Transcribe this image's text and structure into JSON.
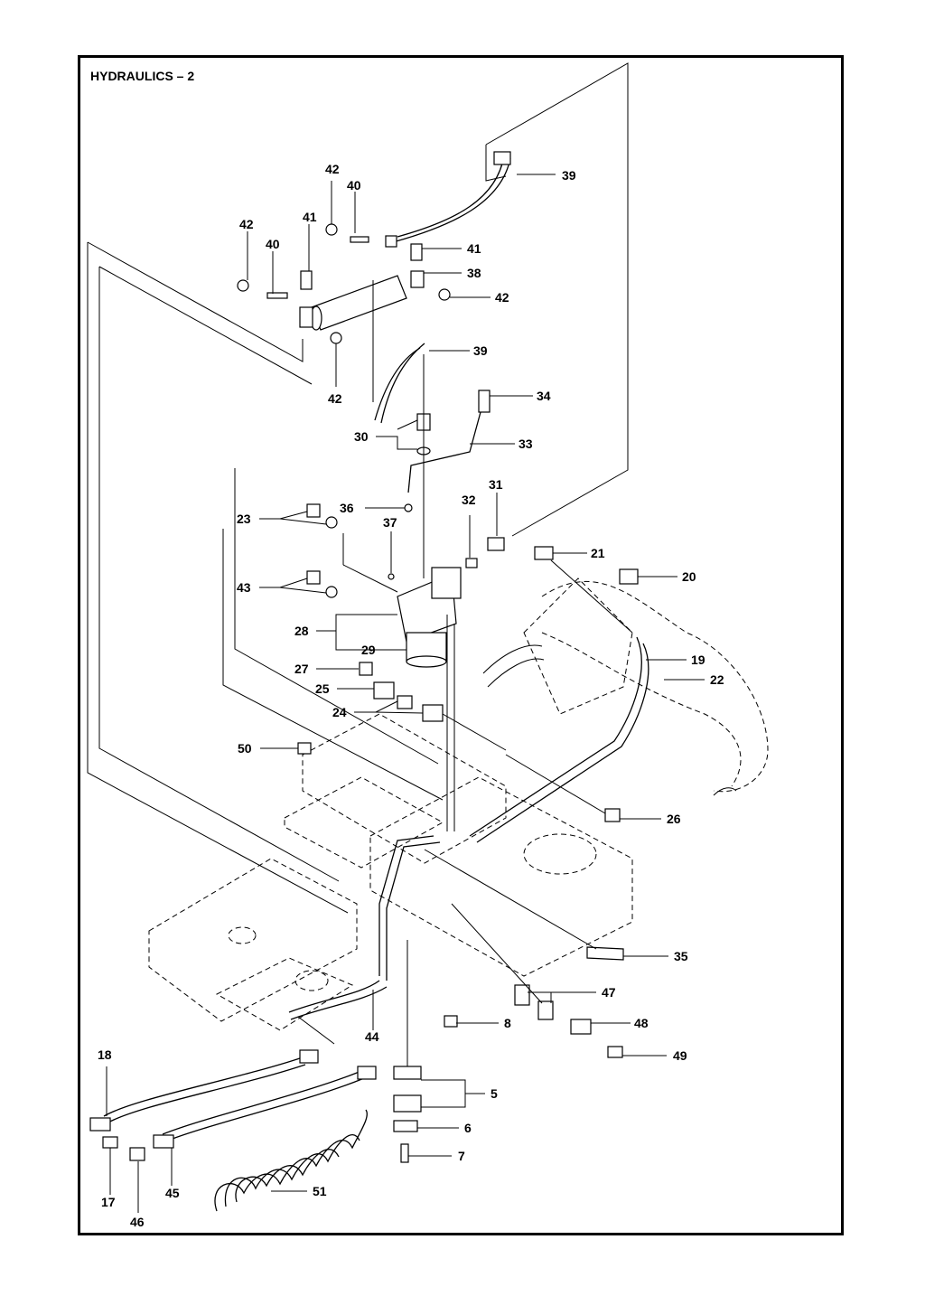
{
  "title": "HYDRAULICS – 2",
  "callouts": [
    "42",
    "40",
    "39",
    "41",
    "38",
    "34",
    "33",
    "30",
    "36",
    "37",
    "32",
    "31",
    "23",
    "43",
    "21",
    "20",
    "28",
    "29",
    "19",
    "22",
    "27",
    "25",
    "24",
    "50",
    "26",
    "35",
    "47",
    "8",
    "48",
    "49",
    "44",
    "18",
    "5",
    "6",
    "7",
    "17",
    "45",
    "46",
    "51"
  ]
}
